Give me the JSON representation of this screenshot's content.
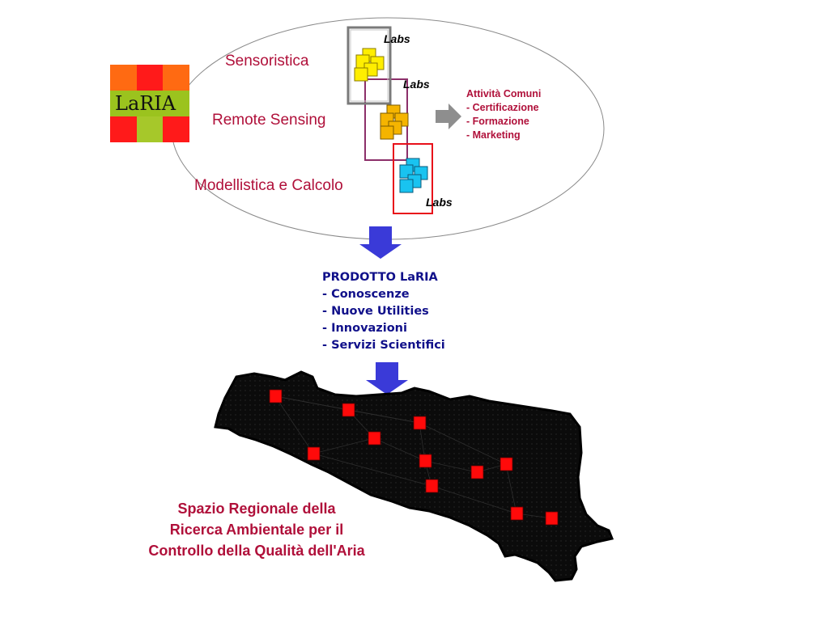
{
  "logo": {
    "text": "LaRIA"
  },
  "sections": {
    "sensoristica": "Sensoristica",
    "remote_sensing": "Remote Sensing",
    "modellistica": "Modellistica e Calcolo"
  },
  "labs": {
    "top": "Labs",
    "middle": "Labs",
    "bottom": "Labs"
  },
  "attivita": {
    "title": "Attività Comuni",
    "items": [
      "- Certificazione",
      "-  Formazione",
      "-  Marketing"
    ]
  },
  "prodotto": {
    "title": "PRODOTTO LaRIA",
    "items": [
      "-  Conoscenze",
      "-  Nuove Utilities",
      "-  Innovazioni",
      "-  Servizi Scientifici"
    ]
  },
  "spazio": {
    "lines": [
      "Spazio Regionale della",
      "Ricerca Ambientale per il",
      "Controllo della Qualità dell'Aria"
    ]
  },
  "colors": {
    "accent_red": "#b0103a",
    "navy": "#10108a",
    "arrow_blue": "#3a3ad8",
    "yellow": "#ffee00",
    "orange": "#f5b400",
    "cyan": "#19c3f0",
    "node_red": "#ff0a0a"
  },
  "icons": {
    "top_stack": "yellow-document-stack-icon",
    "middle_stack": "orange-document-stack-icon",
    "bottom_stack": "cyan-document-stack-icon",
    "right_arrow": "gray-right-arrow-icon",
    "down_arrow": "blue-down-arrow-icon",
    "map": "emilia-romagna-region-map"
  }
}
